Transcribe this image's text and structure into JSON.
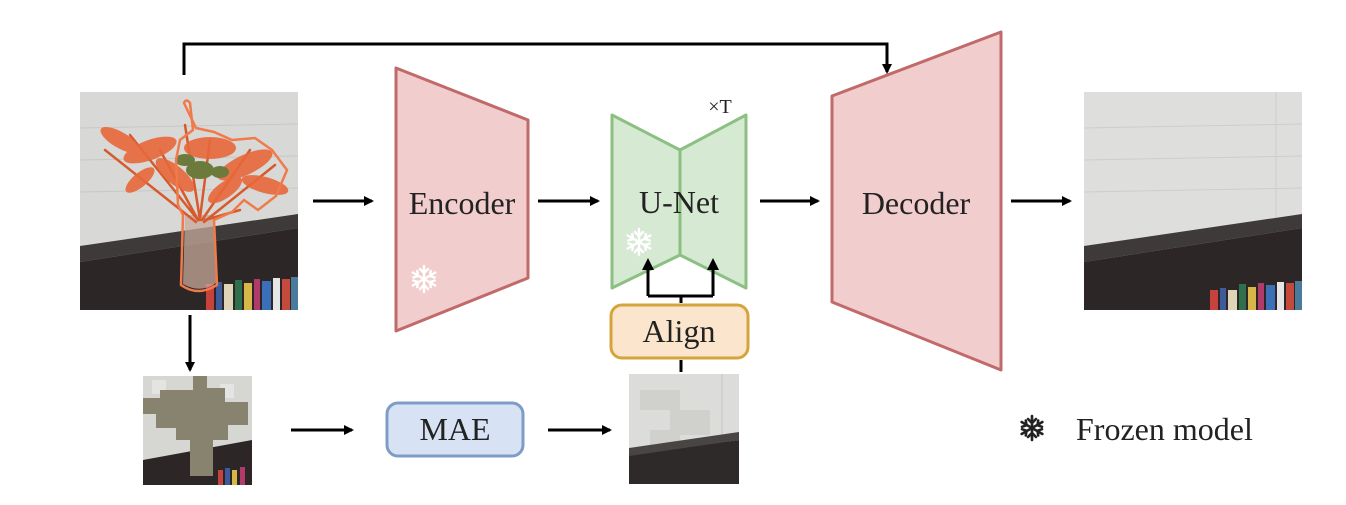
{
  "blocks": {
    "encoder": {
      "label": "Encoder",
      "fill": "#f2cdcd",
      "stroke": "#c06a6a"
    },
    "unet": {
      "label": "U-Net",
      "timesteps": "×T",
      "fill": "#d6ead3",
      "stroke": "#8cbf82"
    },
    "decoder": {
      "label": "Decoder",
      "fill": "#f2cdcd",
      "stroke": "#c06a6a"
    },
    "align": {
      "label": "Align",
      "fill": "#fbe5cc",
      "stroke": "#d6a43c"
    },
    "mae": {
      "label": "MAE",
      "fill": "#d7e3f4",
      "stroke": "#7f9cc6"
    }
  },
  "legend": {
    "icon": "snowflake-icon",
    "label": "Frozen model"
  },
  "images": {
    "input": "masked-input-photo",
    "mask": "masked-patch-image",
    "mae_output": "mae-reconstruction",
    "result": "inpainted-output-photo"
  },
  "colors": {
    "arrow": "#000000",
    "mask_outline": "#f07a4a",
    "mask_patch": "#87836f"
  }
}
